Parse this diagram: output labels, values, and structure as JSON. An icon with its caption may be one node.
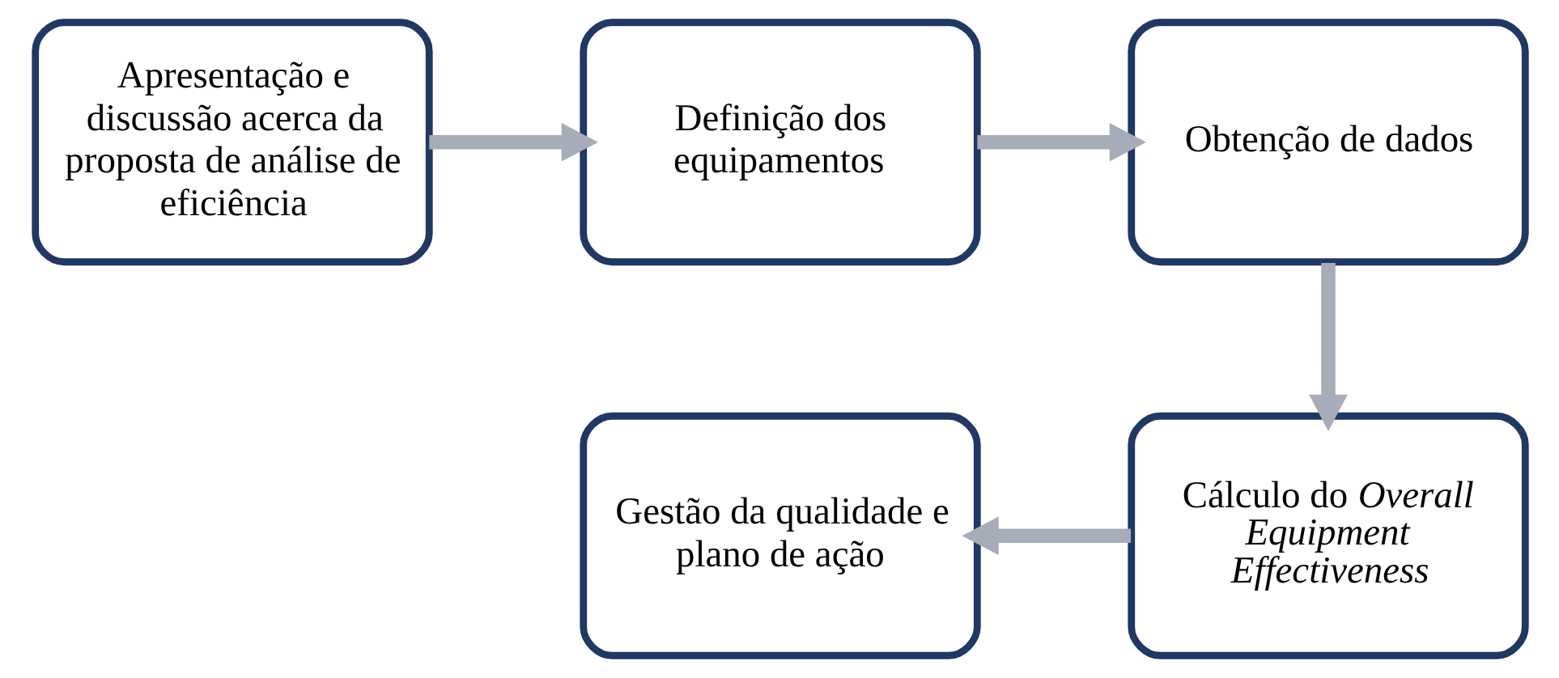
{
  "diagram": {
    "nodes": [
      {
        "text": [
          "Apresentação e discussão acerca da proposta de análise de eficiência"
        ]
      },
      {
        "text": [
          "Definição dos equipamentos"
        ]
      },
      {
        "text": [
          "Obtenção de dados"
        ]
      },
      {
        "text": [
          "Cálculo do *Overall Equipment Effectiveness*"
        ]
      },
      {
        "text": [
          "Gestão da qualidade e plano de ação"
        ]
      }
    ],
    "edges": [
      {
        "from": 0,
        "to": 1,
        "arrow": "to"
      },
      {
        "from": 1,
        "to": 2,
        "arrow": "to"
      },
      {
        "from": 2,
        "to": 3,
        "arrow": "to"
      },
      {
        "from": 3,
        "to": 4,
        "arrow": "to"
      }
    ]
  }
}
